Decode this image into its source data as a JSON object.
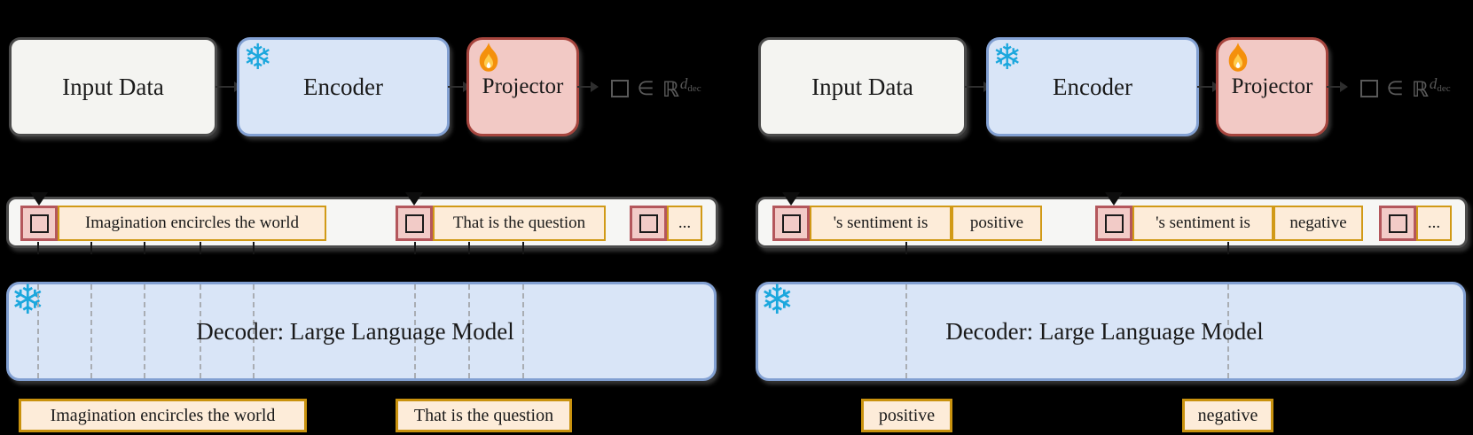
{
  "figure": {
    "left": {
      "pipeline": {
        "input": "Input Data",
        "encoder": "Encoder",
        "projector": "Projector"
      },
      "formula": {
        "element_of": "∈",
        "reals": "ℝ",
        "dim": "d",
        "dim_sub": "dec"
      },
      "token_row": {
        "group1": "Imagination encircles the world",
        "group2": "That is the question",
        "group3": "..."
      },
      "decoder": "Decoder: Large Language Model",
      "outputs": {
        "first": "Imagination encircles the world",
        "second": "That is the question"
      }
    },
    "right": {
      "pipeline": {
        "input": "Input Data",
        "encoder": "Encoder",
        "projector": "Projector"
      },
      "formula": {
        "element_of": "∈",
        "reals": "ℝ",
        "dim": "d",
        "dim_sub": "dec"
      },
      "token_row": {
        "group1_prompt": "'s sentiment is",
        "group1_answer": "positive",
        "group2_prompt": "'s sentiment is",
        "group2_answer": "negative",
        "group3": "..."
      },
      "decoder": "Decoder: Large Language Model",
      "outputs": {
        "first": "positive",
        "second": "negative"
      }
    }
  },
  "icons": {
    "snowflake": "❄"
  },
  "colors": {
    "background": "#000000",
    "frozen_blue_fill": "#d9e5f7",
    "frozen_blue_border": "#82a0d2",
    "trainable_red_fill": "#f2c9c5",
    "trainable_red_border": "#a6453e",
    "token_red_border": "#b4575c",
    "prompt_orange_fill": "#fdecd9",
    "prompt_orange_border": "#d19a17",
    "neutral_fill": "#f4f4f1",
    "neutral_border": "#4b4b4b",
    "snowflake_blue": "#1ba7dd",
    "math_gray": "#595959"
  }
}
